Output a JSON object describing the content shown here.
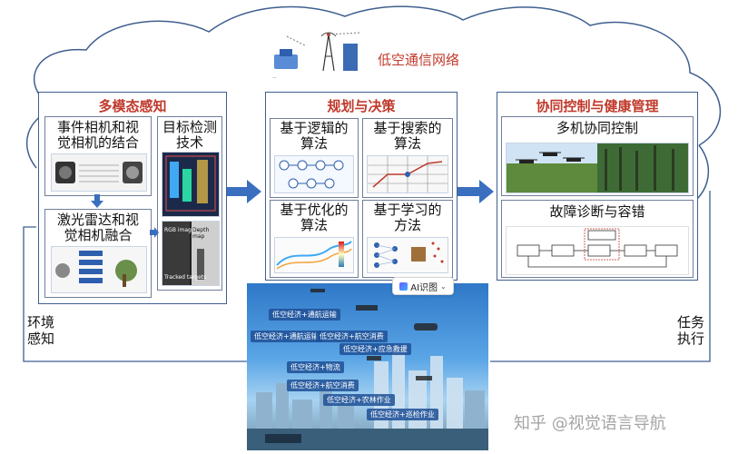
{
  "cloud": {
    "title": "低空通信网络"
  },
  "panels": {
    "sensing": {
      "title": "多模态感知",
      "blocks": [
        {
          "title": "事件相机和视觉相机的结合"
        },
        {
          "title": "目标检测技术"
        },
        {
          "title": "激光雷达和视觉相机融合"
        }
      ],
      "thumb_labels": {
        "rgb": "RGB image",
        "depth": "Depth map",
        "tracked": "Tracked targets"
      }
    },
    "planning": {
      "title": "规划与决策",
      "blocks": [
        {
          "title": "基于逻辑的算法"
        },
        {
          "title": "基于搜索的算法"
        },
        {
          "title": "基于优化的算法"
        },
        {
          "title": "基于学习的方法"
        }
      ]
    },
    "control": {
      "title": "协同控制与健康管理",
      "blocks": [
        {
          "title": "多机协同控制"
        },
        {
          "title": "故障诊断与容错"
        }
      ]
    }
  },
  "side_labels": {
    "left": [
      "环境",
      "感知"
    ],
    "right": [
      "任务",
      "执行"
    ]
  },
  "ai_button": {
    "label": "AI识图"
  },
  "city": {
    "tags": [
      "低空经济+通航运输",
      "低空经济+通航运输",
      "低空经济+航空消费",
      "低空经济+应急救援",
      "低空经济+物流",
      "低空经济+航空消费",
      "低空经济+农林作业",
      "低空经济+巡检作业"
    ]
  },
  "watermark": "知乎 @视觉语言导航",
  "colors": {
    "panel_border": "#3f5f8f",
    "title_red": "#c0392b",
    "arrow_blue": "#3a6fc0",
    "cloud_line": "#3f5f8f"
  }
}
